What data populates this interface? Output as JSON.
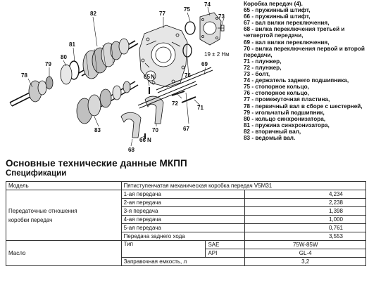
{
  "legend": {
    "title": "Коробка передач (4).",
    "items": [
      "65 - пружинный штифт,",
      "66 - пружинный штифт,",
      "67 - вал вилки переключения,",
      "68 - вилка переключения третьей и четвертой передачи,",
      "69 - вал вилки переключения,",
      "70 - вилка переключения первой и второй передачи,",
      "71 - плунжер,",
      "72 - плунжер,",
      "73 - болт,",
      "74 - держатель заднего подшипника,",
      "75 - стопорное кольцо,",
      "76 - стопорное кольцо,",
      "77 - промежуточная пластина,",
      "78 - первичный вал в сборе с шестерней,",
      "79 - игольчатый подшипник,",
      "80 - кольцо синхронизатора,",
      "81 - пружина синхронизатора,",
      "82 - вторичный вал,",
      "83 - ведомый вал."
    ]
  },
  "diagram": {
    "callouts": [
      "77",
      "75",
      "74",
      "73",
      "80",
      "81",
      "82",
      "79",
      "78",
      "65",
      "76",
      "69",
      "72",
      "71",
      "70",
      "67",
      "83",
      "66",
      "68",
      "N",
      "N"
    ],
    "torque_label": "19 ± 2 Нм"
  },
  "page": {
    "title": "Основные технические данные МКПП",
    "subtitle": "Спецификации"
  },
  "table": {
    "model_label": "Модель",
    "model_value": "Пятиступенчатая механическая коробка передач V5M31",
    "ratio_label_line1": "Передаточные отношения",
    "ratio_label_line2": "коробки передач",
    "gears": [
      {
        "name": "1-ая передача",
        "value": "4,234"
      },
      {
        "name": "2-ая передача",
        "value": "2,238"
      },
      {
        "name": "3-я передача",
        "value": "1,398"
      },
      {
        "name": "4-ая передача",
        "value": "1,000"
      },
      {
        "name": "5-ая передача",
        "value": "0,761"
      },
      {
        "name": "Передача заднего хода",
        "value": "3,553"
      }
    ],
    "oil_label": "Масло",
    "type_label": "Тип",
    "sae_label": "SAE",
    "sae_value": "75W-85W",
    "api_label": "API",
    "api_value": "GL-4",
    "capacity_label": "Заправочная емкость, л",
    "capacity_value": "3,2"
  }
}
